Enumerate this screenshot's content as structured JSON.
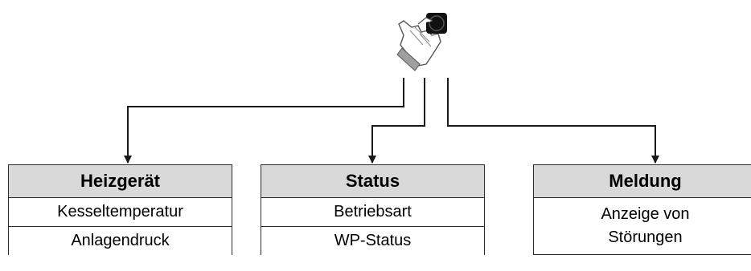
{
  "control": {
    "icon": "hand-turning-knob-icon"
  },
  "menus": [
    {
      "title": "Heizgerät",
      "items": [
        "Kesseltemperatur",
        "Anlagendruck"
      ]
    },
    {
      "title": "Status",
      "items": [
        "Betriebsart",
        "WP-Status"
      ]
    },
    {
      "title": "Meldung",
      "items": [
        "Anzeige von",
        "Störungen"
      ]
    }
  ],
  "colors": {
    "header_fill": "#d9d9d9",
    "line": "#2b2b2b",
    "knob": "#111111"
  }
}
